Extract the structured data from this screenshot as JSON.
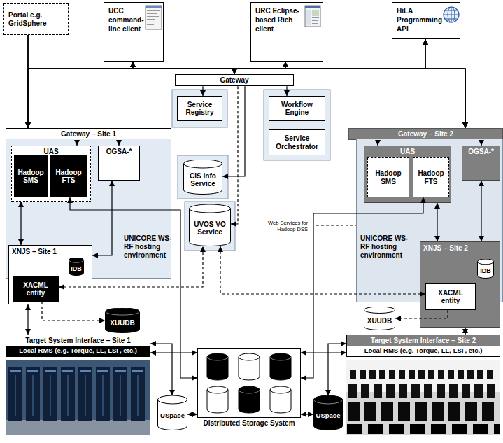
{
  "diagram": {
    "nodes": [
      {
        "text": [
          "Portal e.g. GridSphere"
        ]
      },
      {
        "text": [
          "UCC command-line client"
        ]
      },
      {
        "text": [
          "URC Eclipse-based Rich client"
        ]
      },
      {
        "text": [
          "HiLA Programming API"
        ]
      },
      {
        "text": [
          "Gateway"
        ]
      },
      {
        "text": [
          "Service Registry"
        ]
      },
      {
        "text": [
          "Workflow Engine"
        ]
      },
      {
        "text": [
          "Service Orchestrator"
        ]
      },
      {
        "text": [
          "CIS Info Service"
        ]
      },
      {
        "text": [
          "UVOS VO Service"
        ]
      },
      {
        "text": [
          "Gateway – Site 1"
        ]
      },
      {
        "text": [
          "UNICORE WS-RF hosting environment"
        ]
      },
      {
        "text": [
          "UAS"
        ],
        "in": 11
      },
      {
        "text": [
          "Hadoop SMS"
        ],
        "in": 12
      },
      {
        "text": [
          "Hadoop FTS"
        ],
        "in": 12
      },
      {
        "text": [
          "OGSA-*"
        ],
        "in": 11
      },
      {
        "text": [
          "XNJS – Site 1"
        ],
        "in": 11
      },
      {
        "text": [
          "IDB"
        ],
        "in": 16
      },
      {
        "text": [
          "XACML entity"
        ],
        "in": 16
      },
      {
        "text": [
          "XUUDB"
        ]
      },
      {
        "text": [
          "Target System Interface – Site 1",
          "Local RMS (e.g. Torque, LL, LSF, etc.)"
        ]
      },
      {
        "text": [
          "USpace"
        ]
      },
      {
        "text": [
          "Distributed Storage System"
        ]
      },
      {
        "text": [
          "Gateway – Site 2"
        ]
      },
      {
        "text": [
          "UNICORE WS-RF hosting environment"
        ]
      },
      {
        "text": [
          "UAS"
        ],
        "in": 24
      },
      {
        "text": [
          "Hadoop SMS"
        ],
        "in": 25
      },
      {
        "text": [
          "Hadoop FTS"
        ],
        "in": 25
      },
      {
        "text": [
          "OGSA-*"
        ],
        "in": 24
      },
      {
        "text": [
          "XNJS – Site 2"
        ],
        "in": 24
      },
      {
        "text": [
          "IDB"
        ],
        "in": 29
      },
      {
        "text": [
          "XACML entity"
        ],
        "in": 29
      },
      {
        "text": [
          "XUUDB"
        ]
      },
      {
        "text": [
          "Target System Interface – Site 2",
          "Local RMS (e.g. Torque, LL, LSF, etc.)"
        ]
      },
      {
        "text": [
          "USpace"
        ]
      }
    ],
    "edges": [
      {
        "from": 0,
        "to": 10,
        "arrow": "to"
      },
      {
        "from": 0,
        "to": 4,
        "arrow": "to"
      },
      {
        "from": 0,
        "to": 23,
        "arrow": "to"
      },
      {
        "from": 1,
        "to": 10,
        "arrow": "both"
      },
      {
        "from": 1,
        "to": 4,
        "arrow": "both"
      },
      {
        "from": 1,
        "to": 23,
        "arrow": "both"
      },
      {
        "from": 2,
        "to": 10,
        "arrow": "both"
      },
      {
        "from": 2,
        "to": 4,
        "arrow": "both"
      },
      {
        "from": 2,
        "to": 23,
        "arrow": "both"
      },
      {
        "from": 3,
        "to": 10,
        "arrow": "both"
      },
      {
        "from": 3,
        "to": 4,
        "arrow": "both"
      },
      {
        "from": 3,
        "to": 23,
        "arrow": "both"
      },
      {
        "from": 4,
        "to": 5,
        "arrow": "to"
      },
      {
        "from": 4,
        "to": 6,
        "arrow": "to"
      },
      {
        "from": 4,
        "to": 8,
        "arrow": "to"
      },
      {
        "from": 4,
        "to": 9,
        "arrow": "to"
      },
      {
        "from": 10,
        "to": 12,
        "arrow": "to"
      },
      {
        "from": 10,
        "to": 15,
        "arrow": "to"
      },
      {
        "from": 12,
        "to": 16,
        "arrow": "both"
      },
      {
        "from": 15,
        "to": 16,
        "arrow": "both"
      },
      {
        "from": 14,
        "to": 22,
        "arrow": "both"
      },
      {
        "from": 18,
        "to": 9,
        "arrow": "both"
      },
      {
        "from": 18,
        "to": 19,
        "arrow": "to"
      },
      {
        "from": 16,
        "to": 20,
        "arrow": "both"
      },
      {
        "from": 20,
        "to": 21,
        "arrow": "both"
      },
      {
        "from": 20,
        "to": 22,
        "arrow": "both"
      },
      {
        "from": 21,
        "to": 22,
        "arrow": "both"
      },
      {
        "from": 23,
        "to": 25,
        "arrow": "to"
      },
      {
        "from": 23,
        "to": 28,
        "arrow": "to"
      },
      {
        "from": 25,
        "to": 29,
        "arrow": "both"
      },
      {
        "from": 28,
        "to": 29,
        "arrow": "both"
      },
      {
        "from": 27,
        "to": 22,
        "arrow": "both"
      },
      {
        "from": 31,
        "to": 9,
        "arrow": "both"
      },
      {
        "from": 31,
        "to": 32,
        "arrow": "to"
      },
      {
        "from": 29,
        "to": 33,
        "arrow": "both"
      },
      {
        "from": 33,
        "to": 34,
        "arrow": "both"
      },
      {
        "from": 33,
        "to": 22,
        "arrow": "both"
      },
      {
        "from": 34,
        "to": 22,
        "arrow": "both"
      }
    ],
    "labels": [
      "Web Services for Hadoop DSS"
    ]
  }
}
